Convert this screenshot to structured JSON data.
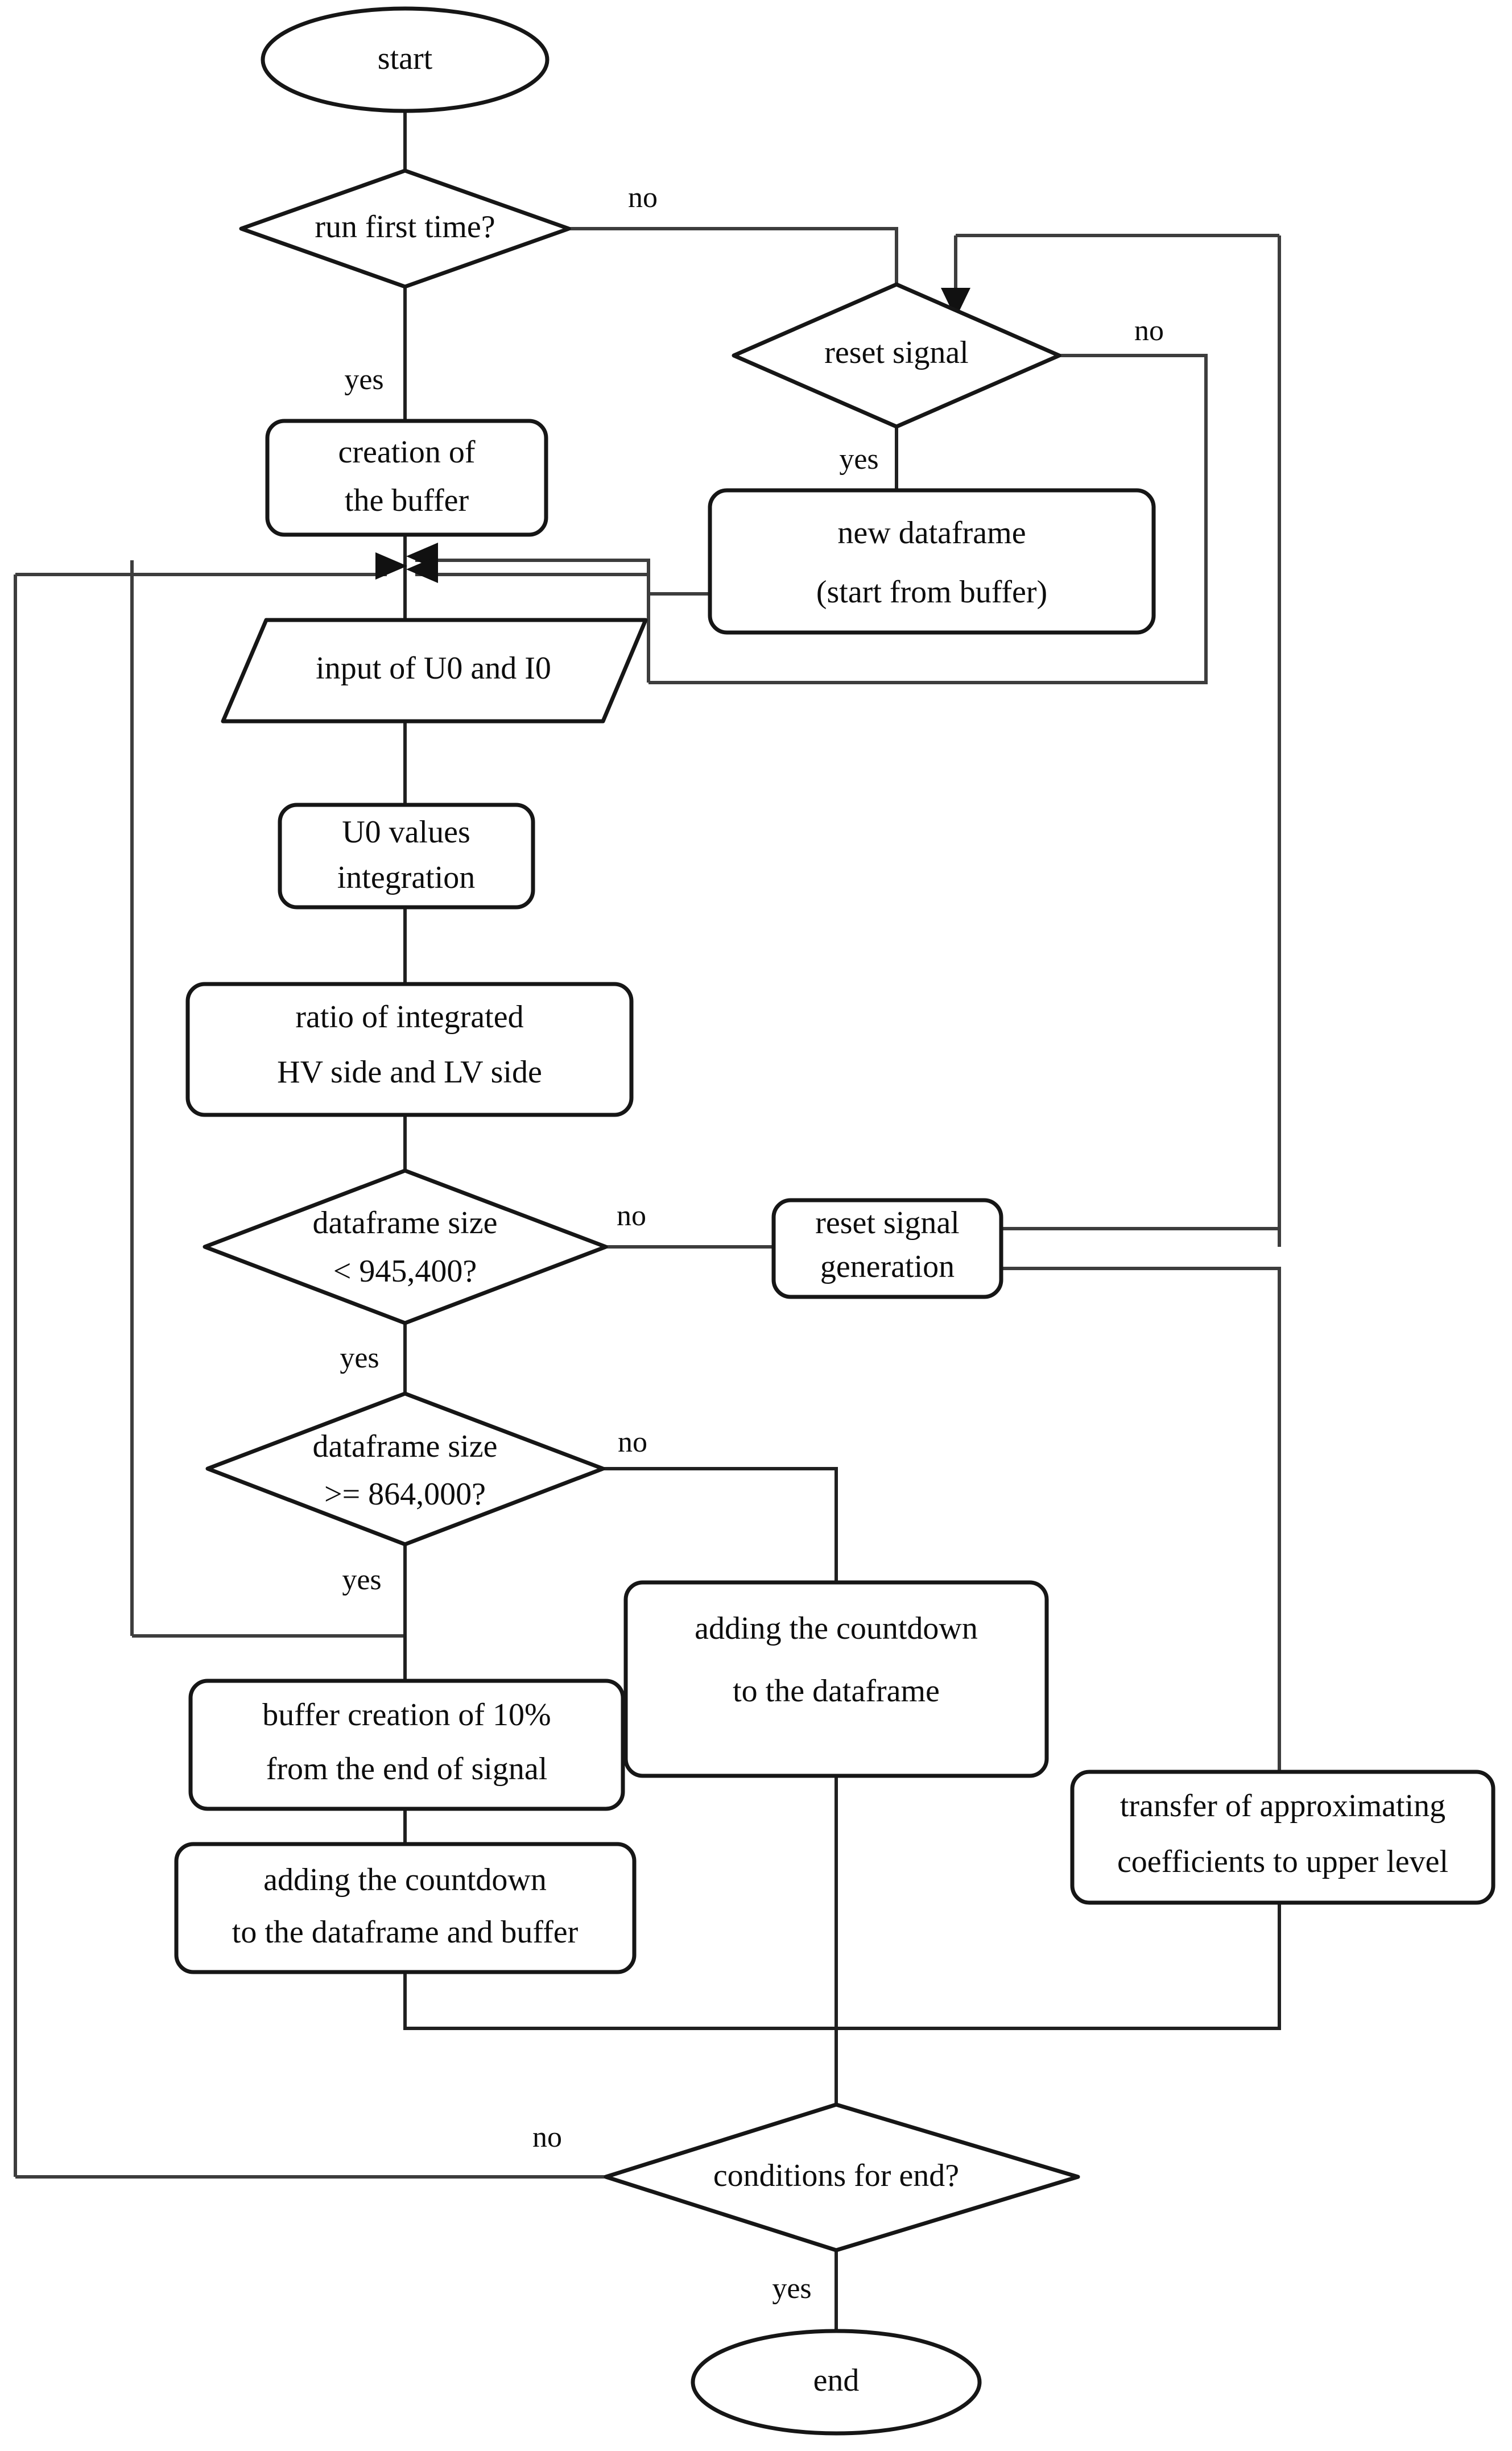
{
  "diagram": {
    "title": "Algorithm flowchart for dataframe buffering and reset signal handling",
    "colors": {
      "background": "#ffffff",
      "shape_stroke": "#161616",
      "connector_stroke": "#3d3d3d",
      "text": "#0d0d0d"
    },
    "nodes": {
      "start": {
        "label": "start",
        "shape": "terminator"
      },
      "run_first_time": {
        "label": "run first time?",
        "shape": "decision"
      },
      "reset_signal": {
        "label": "reset signal",
        "shape": "decision"
      },
      "creation_of_buffer": {
        "line1": "creation of",
        "line2": "the buffer",
        "shape": "process"
      },
      "new_dataframe": {
        "line1": "new dataframe",
        "line2": "(start from buffer)",
        "shape": "process"
      },
      "input_u0_i0": {
        "label": "input of U0 and I0",
        "shape": "input-output"
      },
      "u0_integration": {
        "line1": "U0 values",
        "line2": "integration",
        "shape": "process"
      },
      "ratio_integrated": {
        "line1": "ratio of integrated",
        "line2": "HV side and LV side",
        "shape": "process"
      },
      "dataframe_size_lt": {
        "line1": "dataframe size",
        "line2": "< 945,400?",
        "shape": "decision"
      },
      "reset_signal_generation": {
        "line1": "reset signal",
        "line2": "generation",
        "shape": "process"
      },
      "dataframe_size_gte": {
        "line1": "dataframe size",
        "line2": ">= 864,000?",
        "shape": "decision"
      },
      "adding_countdown_dataframe": {
        "line1": "adding the countdown",
        "line2": "to the dataframe",
        "shape": "process"
      },
      "buffer_creation_10": {
        "line1": "buffer creation of 10%",
        "line2": "from the end of signal",
        "shape": "process"
      },
      "adding_countdown_dataframe_buffer": {
        "line1": "adding the countdown",
        "line2": "to the dataframe and buffer",
        "shape": "process"
      },
      "transfer_coefficients": {
        "line1": "transfer of approximating",
        "line2": "coefficients to upper level",
        "shape": "process"
      },
      "conditions_for_end": {
        "label": "conditions for end?",
        "shape": "decision"
      },
      "end": {
        "label": "end",
        "shape": "terminator"
      }
    },
    "edge_labels": {
      "run_first_time_no": "no",
      "run_first_time_yes": "yes",
      "reset_signal_no": "no",
      "reset_signal_yes": "yes",
      "dataframe_size_lt_no": "no",
      "dataframe_size_lt_yes": "yes",
      "dataframe_size_gte_no": "no",
      "dataframe_size_gte_yes": "yes",
      "conditions_for_end_no": "no",
      "conditions_for_end_yes": "yes"
    }
  }
}
